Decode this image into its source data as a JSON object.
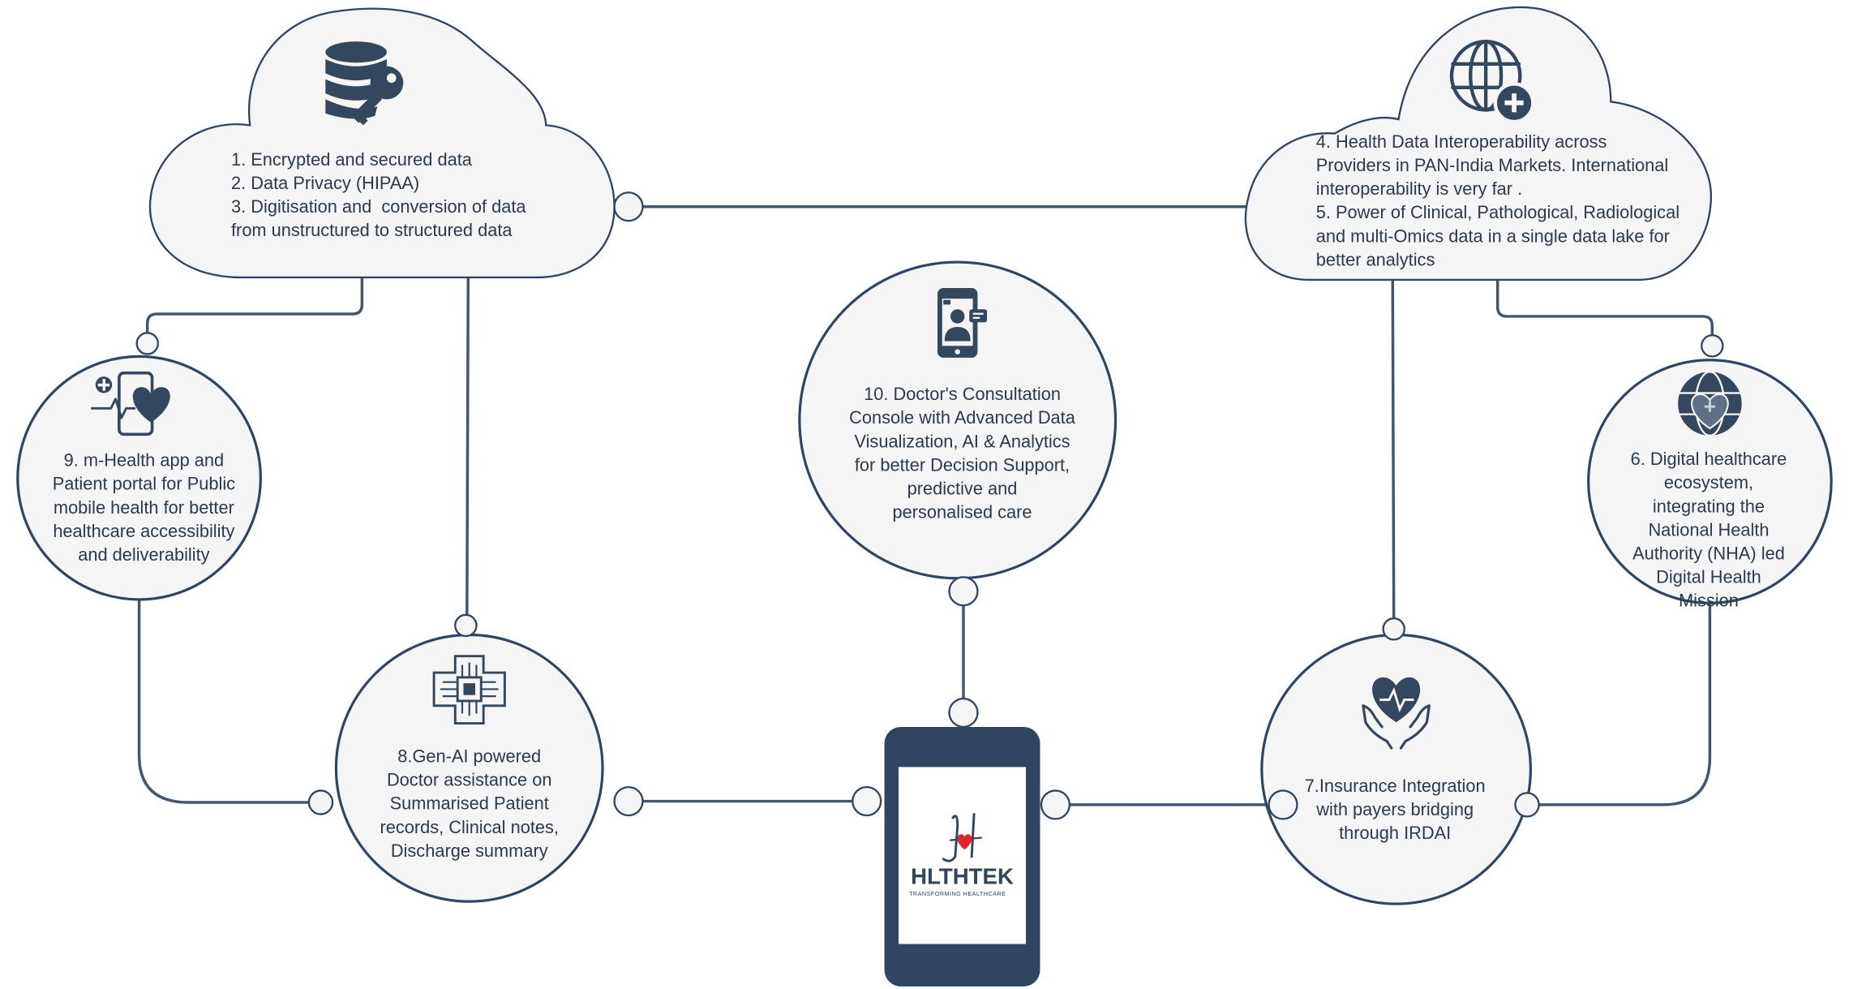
{
  "colors": {
    "outline": "#2f4560",
    "shape_fill": "#f5f5f5",
    "text": "#2b3a4b",
    "icon": "#33475f",
    "heart_accent": "#e0242c",
    "phone_body": "#2f4560"
  },
  "cloud_left": {
    "icon": "database-key-icon",
    "lines": [
      "1. Encrypted and secured data",
      "2. Data Privacy (HIPAA)",
      "3. Digitisation and  conversion of data",
      "from unstructured to structured data"
    ]
  },
  "cloud_right": {
    "icon": "globe-plus-icon",
    "lines": [
      "4. Health Data Interoperability across",
      "Providers in PAN-India Markets. International",
      "interoperability is very far .",
      "5. Power of Clinical, Pathological, Radiological",
      "and multi-Omics data in a single data lake for",
      "better analytics"
    ]
  },
  "node_mhealth": {
    "icon": "mobile-heart-icon",
    "lines": [
      "9. m-Health app and",
      "Patient portal for Public",
      "mobile health for better",
      "healthcare accessibility",
      "and deliverability"
    ]
  },
  "node_genai": {
    "icon": "ai-chip-cross-icon",
    "lines": [
      "8.Gen-AI powered",
      "Doctor assistance on",
      "Summarised Patient",
      "records, Clinical notes,",
      "Discharge summary"
    ]
  },
  "node_console": {
    "icon": "phone-doctor-icon",
    "lines": [
      "10. Doctor's Consultation",
      "Console with Advanced Data",
      "Visualization, AI & Analytics",
      "for better Decision Support,",
      "predictive and",
      "personalised care"
    ]
  },
  "node_insurance": {
    "icon": "heart-hands-icon",
    "lines": [
      "7.Insurance Integration",
      "with payers bridging",
      "through IRDAI"
    ]
  },
  "node_ecosystem": {
    "icon": "globe-heart-icon",
    "lines": [
      "6. Digital healthcare",
      "ecosystem,",
      "integrating the",
      "National Health",
      "Authority (NHA) led",
      "Digital Health",
      "Mission"
    ]
  },
  "hub": {
    "logo_name": "HLTHTEK",
    "logo_tagline": "TRANSFORMING HEALTHCARE"
  }
}
